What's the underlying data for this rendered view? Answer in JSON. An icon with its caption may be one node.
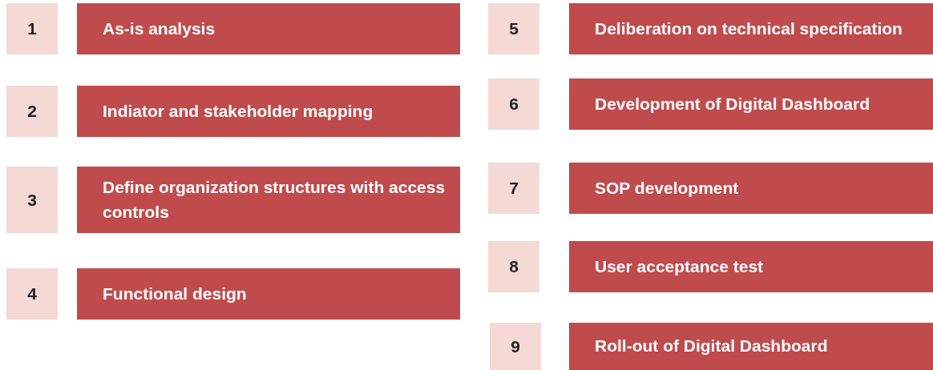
{
  "diagram": {
    "nodes": [
      {
        "text": [
          "1"
        ]
      },
      {
        "text": [
          "As-is analysis"
        ]
      },
      {
        "text": [
          "2"
        ]
      },
      {
        "text": [
          "Indiator and stakeholder mapping"
        ]
      },
      {
        "text": [
          "3"
        ]
      },
      {
        "text": [
          "Define organization structures with access controls"
        ]
      },
      {
        "text": [
          "4"
        ]
      },
      {
        "text": [
          "Functional design"
        ]
      },
      {
        "text": [
          "5"
        ]
      },
      {
        "text": [
          "Deliberation on technical specification"
        ]
      },
      {
        "text": [
          "6"
        ]
      },
      {
        "text": [
          "Development of Digital Dashboard"
        ]
      },
      {
        "text": [
          "7"
        ]
      },
      {
        "text": [
          "SOP development"
        ]
      },
      {
        "text": [
          "8"
        ]
      },
      {
        "text": [
          "User acceptance test"
        ]
      },
      {
        "text": [
          "9"
        ]
      },
      {
        "text": [
          "Roll-out of Digital Dashboard"
        ]
      }
    ]
  }
}
